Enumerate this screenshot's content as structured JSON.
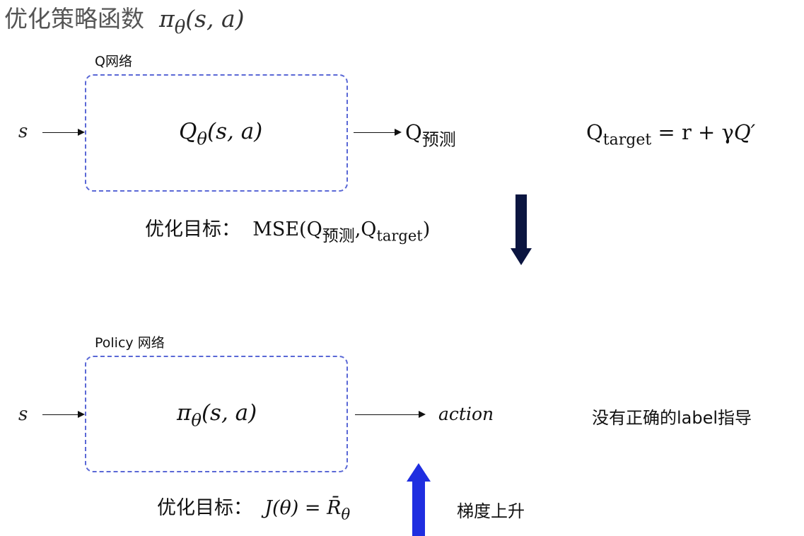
{
  "title": {
    "text": "优化策略函数",
    "math": "πθ(s,a)"
  },
  "q_network": {
    "label": "Q网络",
    "input": "s",
    "func": "Qθ(s,a)",
    "output_main": "Q",
    "output_sub": "预测",
    "target_main": "Q",
    "target_sub": "target",
    "target_rhs": "= r + γQ′",
    "objective_label": "优化目标：",
    "objective_expr": {
      "prefix": "MSE(Q",
      "sub1": "预测",
      "mid": ",Q",
      "sub2": "target",
      "suffix": ")"
    }
  },
  "policy_network": {
    "label": "Policy 网络",
    "input": "s",
    "func": "πθ(s,a)",
    "output": "action",
    "note": "没有正确的label指导",
    "objective_label": "优化目标：",
    "objective_expr": "J(θ) = R̄θ",
    "arrow_note": "梯度上升"
  },
  "colors": {
    "box_border": "#5a68d6",
    "down_arrow": "#0b1540",
    "up_arrow": "#1f2ee0"
  }
}
